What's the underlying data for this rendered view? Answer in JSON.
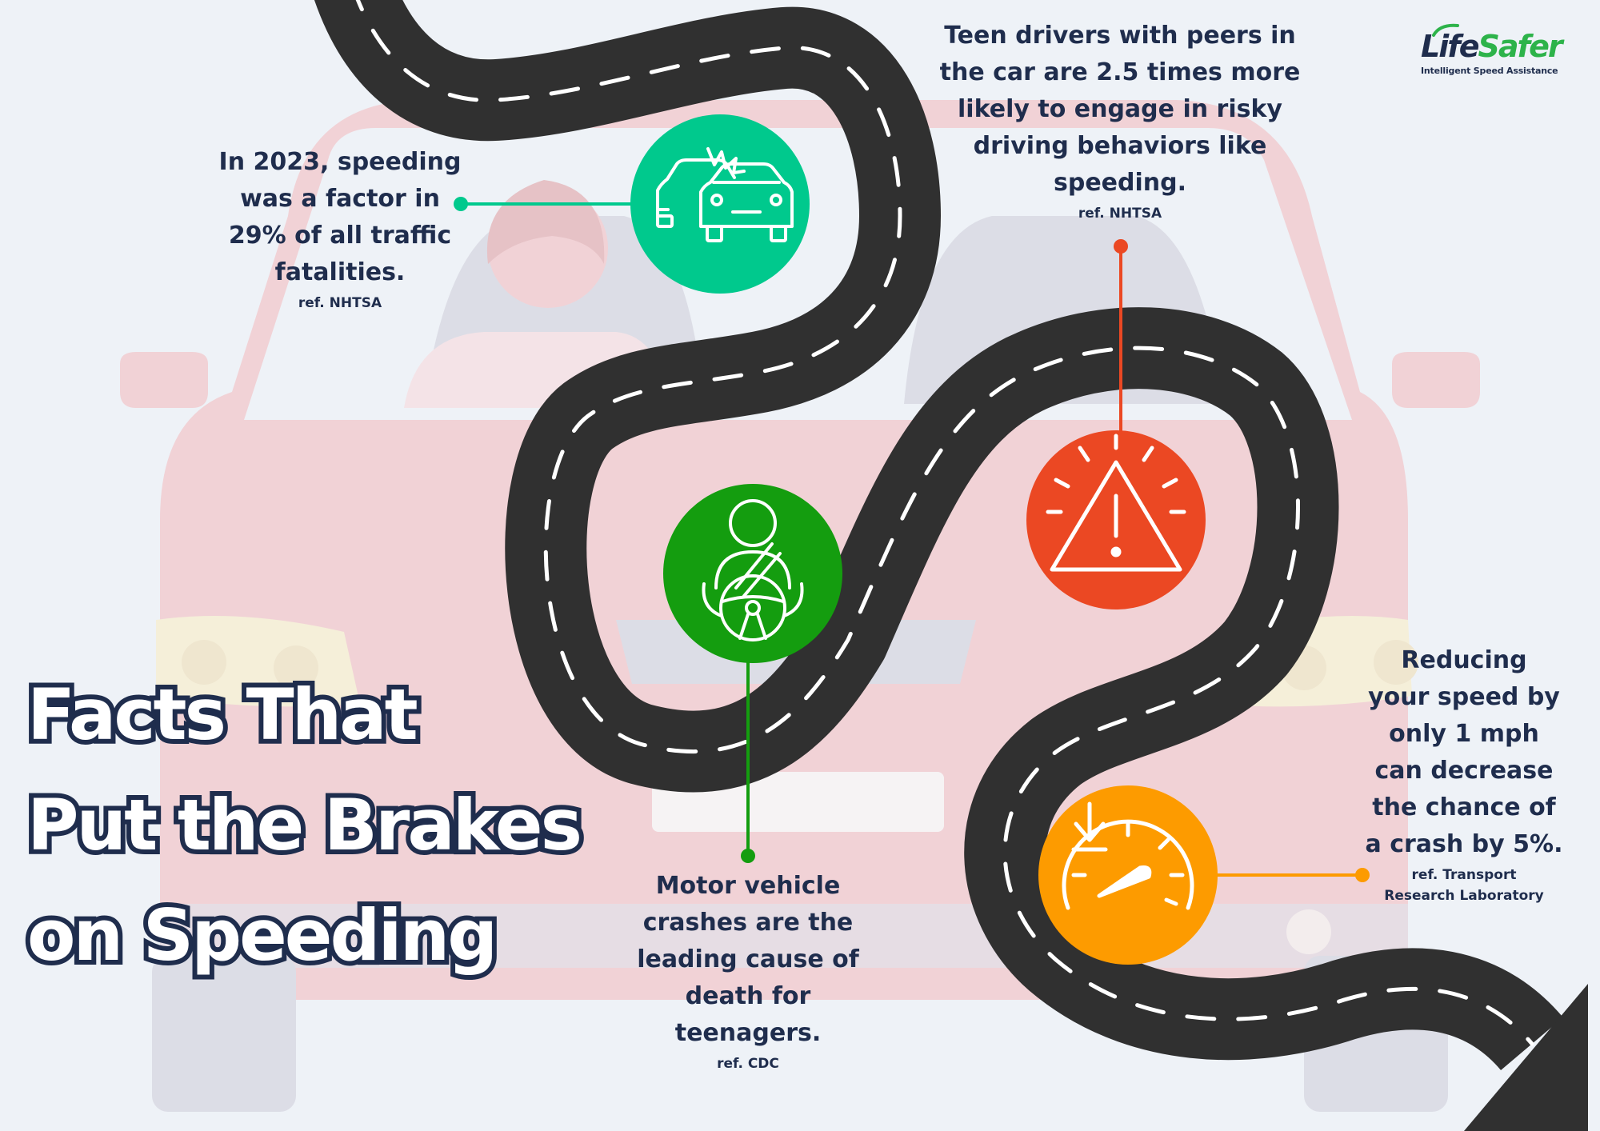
{
  "title_lines": [
    "Facts That",
    "Put the Brakes",
    "on Speeding"
  ],
  "logo": {
    "brand_a": "Life",
    "brand_b": "Safer",
    "tagline": "Intelligent Speed Assistance"
  },
  "facts": [
    {
      "id": "speeding-2023",
      "lines": [
        "In 2023, speeding",
        "was a factor in",
        "29% of all traffic",
        "fatalities."
      ],
      "ref": "ref. NHTSA",
      "icon": "car-crash-icon",
      "color": "#00c98d"
    },
    {
      "id": "teen-peers",
      "lines": [
        "Teen drivers with peers in",
        "the car are 2.5 times more",
        "likely to engage in risky",
        "driving behaviors like",
        "speeding."
      ],
      "ref": "ref. NHTSA",
      "icon": "warning-triangle-icon",
      "color": "#eb4823"
    },
    {
      "id": "leading-cause",
      "lines": [
        "Motor vehicle",
        "crashes are the",
        "leading cause of",
        "death for",
        "teenagers."
      ],
      "ref": "ref. CDC",
      "icon": "seatbelt-driver-icon",
      "color": "#149d0f"
    },
    {
      "id": "reduce-speed",
      "lines": [
        "Reducing",
        "your speed by",
        "only 1 mph",
        "can decrease",
        "the chance of",
        "a crash by 5%."
      ],
      "ref_lines": [
        "ref. Transport",
        "Research Laboratory"
      ],
      "icon": "speedometer-down-icon",
      "color": "#fd9b00"
    }
  ],
  "colors": {
    "background": "#eef2f7",
    "road": "#303030",
    "road_dash": "#ffffff",
    "text": "#1f2d4d",
    "car_faded": "#f1d2d6"
  }
}
